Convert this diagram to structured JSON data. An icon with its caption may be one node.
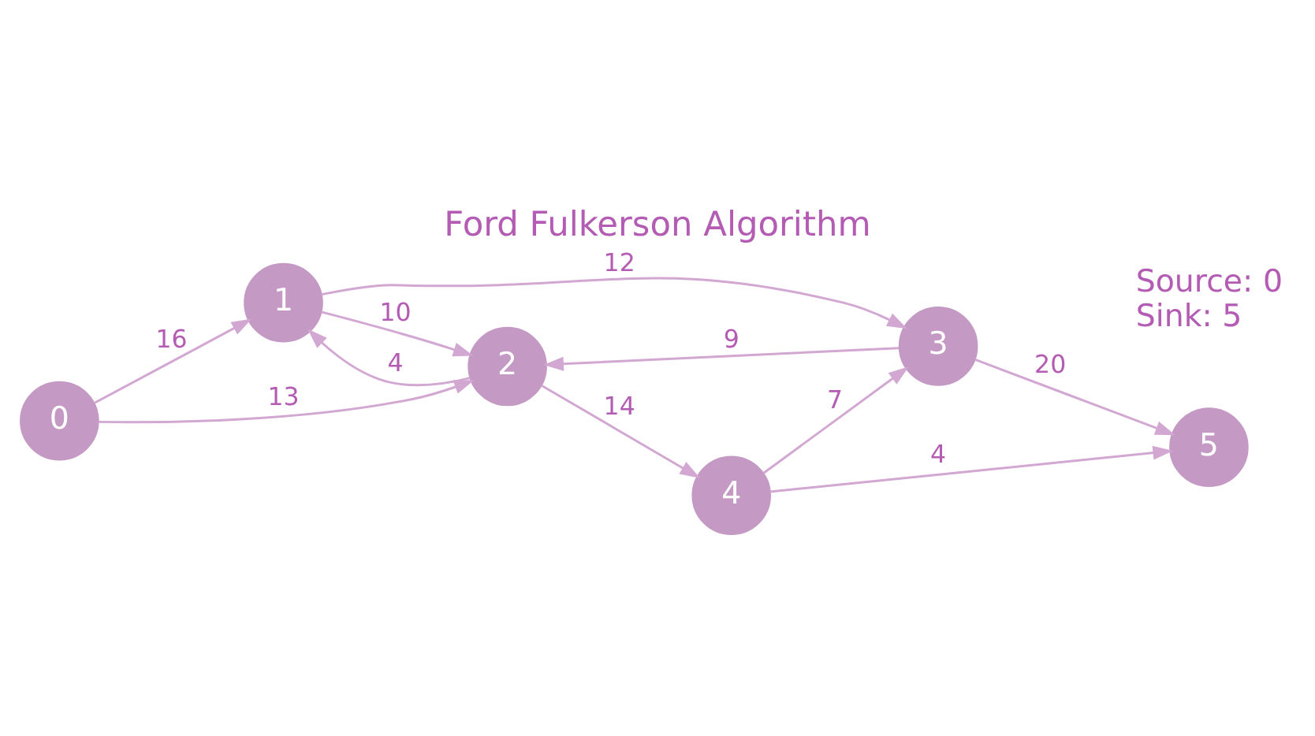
{
  "diagram": {
    "title": "Ford Fulkerson Algorithm",
    "nodes": [
      {
        "text": [
          "0"
        ]
      },
      {
        "text": [
          "1"
        ]
      },
      {
        "text": [
          "2"
        ]
      },
      {
        "text": [
          "3"
        ]
      },
      {
        "text": [
          "4"
        ]
      },
      {
        "text": [
          "5"
        ]
      }
    ],
    "edges": [
      {
        "from": 0,
        "to": 1,
        "arrow": "to",
        "label": "16"
      },
      {
        "from": 0,
        "to": 2,
        "arrow": "to",
        "label": "13"
      },
      {
        "from": 1,
        "to": 3,
        "arrow": "to",
        "label": "12"
      },
      {
        "from": 1,
        "to": 2,
        "arrow": "to",
        "label": "10"
      },
      {
        "from": 2,
        "to": 1,
        "arrow": "to",
        "label": "4"
      },
      {
        "from": 3,
        "to": 2,
        "arrow": "to",
        "label": "9"
      },
      {
        "from": 2,
        "to": 4,
        "arrow": "to",
        "label": "14"
      },
      {
        "from": 4,
        "to": 3,
        "arrow": "to",
        "label": "7"
      },
      {
        "from": 3,
        "to": 5,
        "arrow": "to",
        "label": "20"
      },
      {
        "from": 4,
        "to": 5,
        "arrow": "to",
        "label": "4"
      }
    ],
    "labels": [
      "Source: 0",
      "Sink: 5"
    ]
  }
}
